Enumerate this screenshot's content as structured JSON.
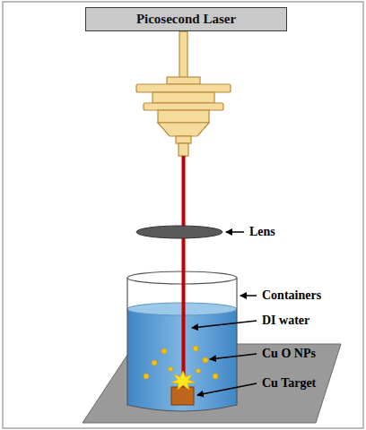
{
  "diagram": {
    "nodes": [
      {
        "text": [
          "Picosecond Laser"
        ]
      }
    ],
    "labels": [
      "Lens",
      "Containers",
      "DI water",
      "Cu O NPs",
      "Cu Target"
    ]
  }
}
